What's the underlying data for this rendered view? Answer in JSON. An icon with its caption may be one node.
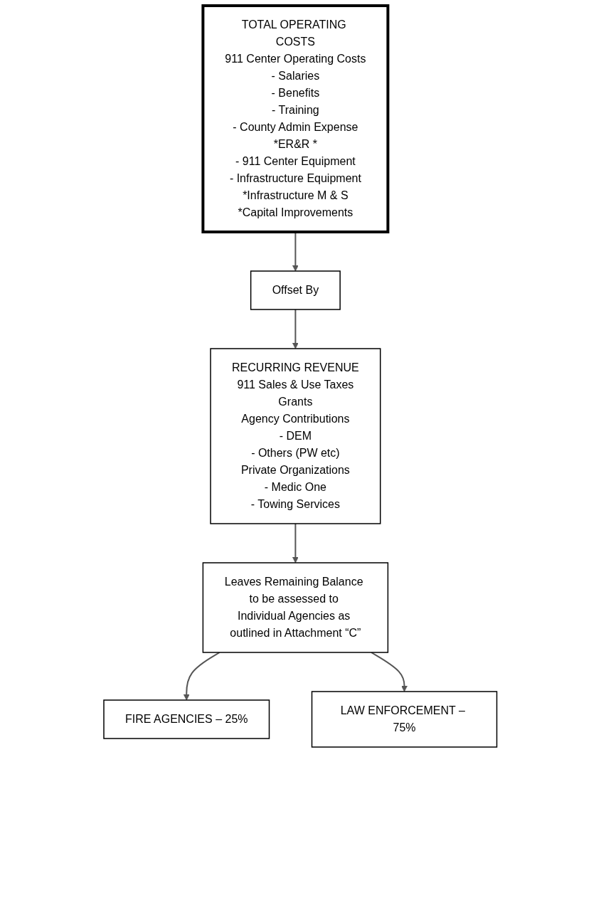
{
  "diagram": {
    "nodes": [
      {
        "text": [
          "TOTAL OPERATING COSTS",
          "911 Center Operating Costs",
          "- Salaries",
          "- Benefits",
          "- Training",
          "- County Admin Expense",
          "*ER&R *",
          "- 911 Center Equipment",
          "- Infrastructure Equipment",
          "*Infrastructure M & S",
          "*Capital Improvements"
        ]
      },
      {
        "text": [
          "Offset By"
        ]
      },
      {
        "text": [
          "RECURRING REVENUE",
          "911 Sales & Use Taxes",
          "Grants",
          "Agency Contributions",
          "- DEM",
          "- Others (PW etc)",
          "Private Organizations",
          "- Medic One",
          "- Towing Services"
        ]
      },
      {
        "text": [
          "Leaves Remaining Balance to be assessed to Individual Agencies as outlined in Attachment “C”"
        ]
      },
      {
        "text": [
          "FIRE AGENCIES – 25%"
        ]
      },
      {
        "text": [
          "LAW ENFORCEMENT – 75%"
        ]
      }
    ],
    "edges": [
      {
        "from": 0,
        "to": 1,
        "arrow": "to"
      },
      {
        "from": 1,
        "to": 2,
        "arrow": "to"
      },
      {
        "from": 2,
        "to": 3,
        "arrow": "to"
      },
      {
        "from": 3,
        "to": 4,
        "arrow": "to"
      },
      {
        "from": 3,
        "to": 5,
        "arrow": "to"
      }
    ]
  }
}
